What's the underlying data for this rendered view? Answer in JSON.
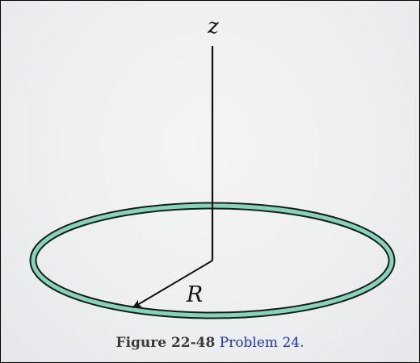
{
  "figure": {
    "axis_label": "z",
    "radius_label": "R",
    "ring_fill_color": "#7fd6bd",
    "ring_outline_color": "#1b1b1b",
    "line_color": "#111111"
  },
  "caption": {
    "label": "Figure 22-48",
    "link_text": "Problem 24.",
    "link_color": "#1a35c9",
    "label_color": "#3a3a3a"
  }
}
